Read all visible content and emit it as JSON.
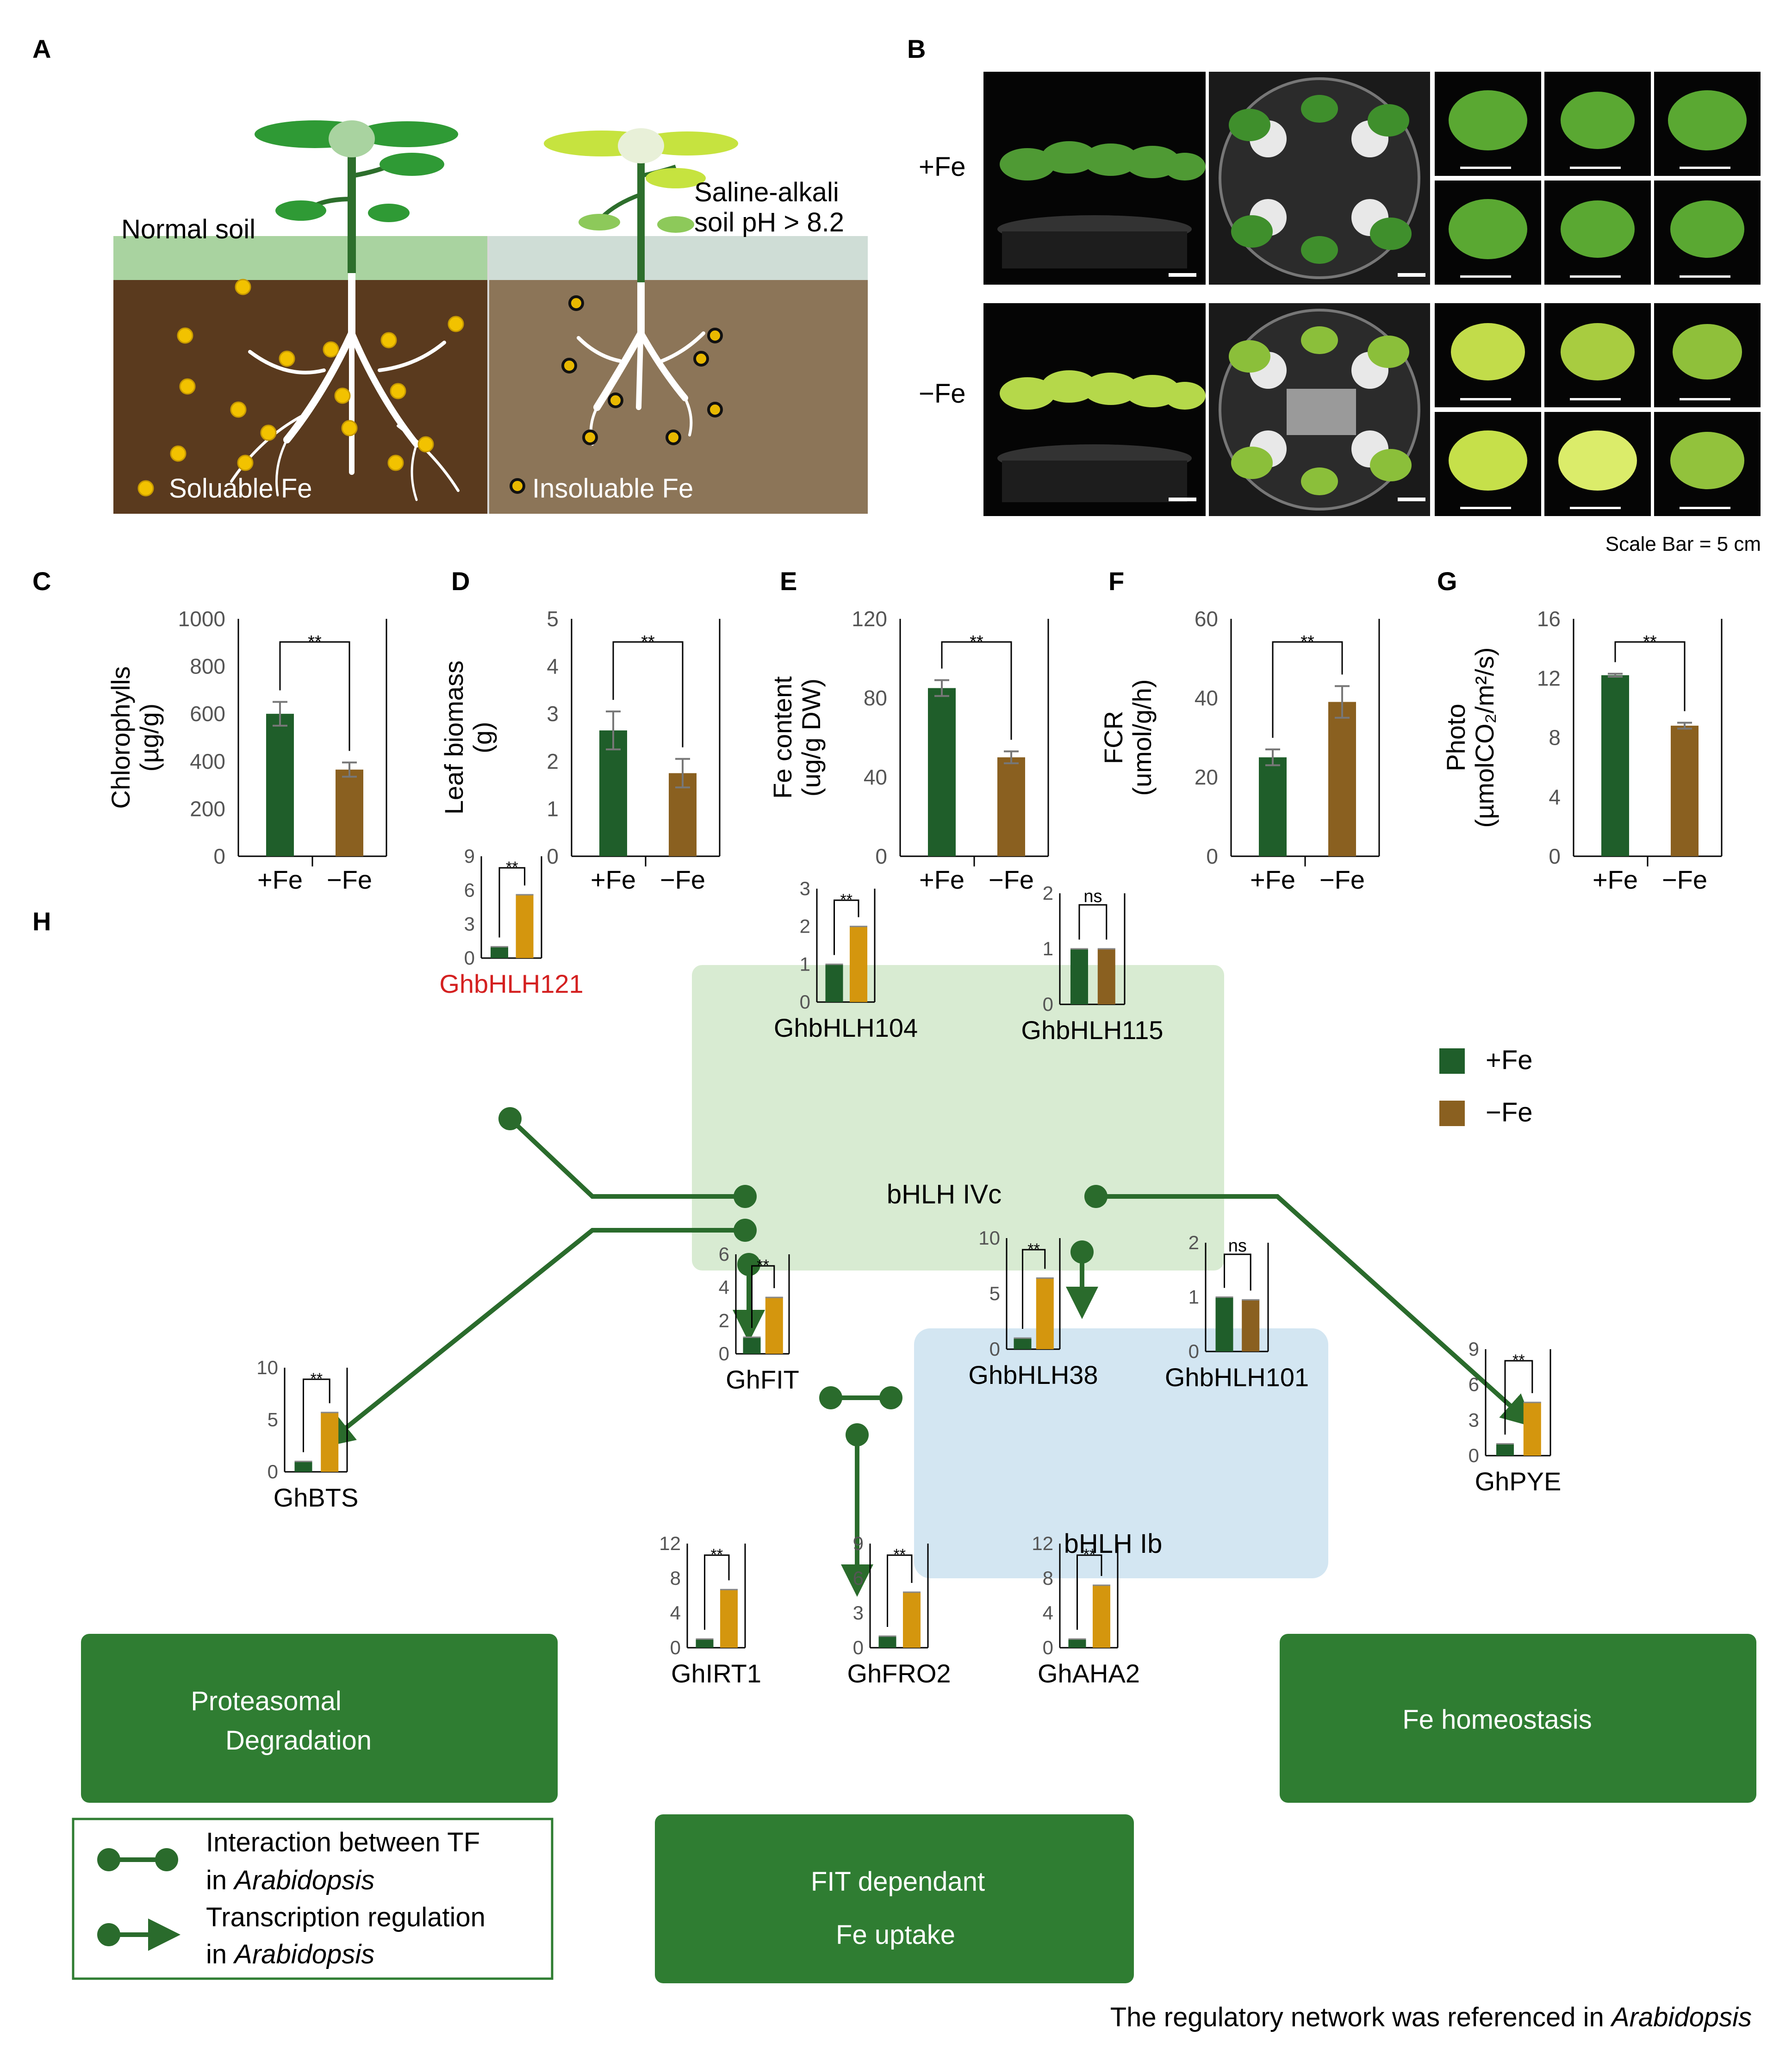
{
  "panel_labels": {
    "a": "A",
    "b": "B",
    "c": "C",
    "d": "D",
    "e": "E",
    "f": "F",
    "g": "G",
    "h": "H"
  },
  "panel_a": {
    "normal_soil": "Normal soil",
    "saline_line1": "Saline-alkali",
    "saline_line2": "soil pH > 8.2",
    "soluble_fe": "Soluable Fe",
    "insoluble_fe": "Insoluable Fe",
    "colors": {
      "normal_soil": "#5a3a1e",
      "saline_soil": "#8c7558",
      "soluble_dot": "#f2c200",
      "insoluble_dot": "#e8b800"
    }
  },
  "panel_b": {
    "plus_fe": "+Fe",
    "minus_fe": "−Fe",
    "scale_bar": "Scale Bar = 5 cm",
    "leaf_colors": {
      "plus_fe": "#5aa832",
      "minus_fe": "#b5d84a"
    }
  },
  "colors": {
    "plus_fe": "#1f5e2a",
    "minus_fe": "#8a6020",
    "minus_fe_small": "#d4960e",
    "accent": "#2a7a2e",
    "ivc_box": "#d8ebd2",
    "ib_box": "#d3e6f2",
    "function_box": "#2f7d32",
    "gene_red": "#d42020"
  },
  "chart_data": [
    {
      "type": "bar",
      "panel": "C",
      "categories": [
        "+Fe",
        "−Fe"
      ],
      "values": [
        600,
        365
      ],
      "errors": [
        50,
        30
      ],
      "ylabel_line1": "Chlorophylls",
      "ylabel_line2": "(µg/g)",
      "ylim": [
        0,
        1000
      ],
      "yticks": [
        0,
        200,
        400,
        600,
        800,
        1000
      ],
      "significance": "**"
    },
    {
      "type": "bar",
      "panel": "D",
      "categories": [
        "+Fe",
        "−Fe"
      ],
      "values": [
        2.65,
        1.75
      ],
      "errors": [
        0.4,
        0.3
      ],
      "ylabel_line1": "Leaf biomass",
      "ylabel_line2": "(g)",
      "ylim": [
        0,
        5
      ],
      "yticks": [
        0,
        1,
        2,
        3,
        4,
        5
      ],
      "significance": "**"
    },
    {
      "type": "bar",
      "panel": "E",
      "categories": [
        "+Fe",
        "−Fe"
      ],
      "values": [
        85,
        50
      ],
      "errors": [
        4,
        3
      ],
      "ylabel_line1": "Fe content",
      "ylabel_line2": "(ug/g DW)",
      "ylim": [
        0,
        120
      ],
      "yticks": [
        0,
        40,
        80,
        120
      ],
      "significance": "**"
    },
    {
      "type": "bar",
      "panel": "F",
      "categories": [
        "+Fe",
        "−Fe"
      ],
      "values": [
        25,
        39
      ],
      "errors": [
        2,
        4
      ],
      "ylabel_line1": "FCR",
      "ylabel_line2": "(umol/g/h)",
      "ylim": [
        0,
        60
      ],
      "yticks": [
        0,
        20,
        40,
        60
      ],
      "significance": "**"
    },
    {
      "type": "bar",
      "panel": "G",
      "categories": [
        "+Fe",
        "−Fe"
      ],
      "values": [
        12.2,
        8.8
      ],
      "errors": [
        0.1,
        0.2
      ],
      "ylabel_line1": "Photo",
      "ylabel_line2": "(µmolCO₂/m²/s)",
      "ylim": [
        0,
        16
      ],
      "yticks": [
        0,
        4,
        8,
        12,
        16
      ],
      "significance": "**"
    }
  ],
  "panel_h": {
    "legend_plus": "+Fe",
    "legend_minus": "−Fe",
    "group_ivc": "bHLH IVc",
    "group_ib": "bHLH Ib",
    "genes": [
      {
        "label": "GhbHLH121",
        "values": [
          1,
          5.6
        ],
        "ylim": [
          0,
          9
        ],
        "yticks": [
          0,
          3,
          6,
          9
        ],
        "sig": "**",
        "red": true
      },
      {
        "label": "GhbHLH104",
        "values": [
          1,
          2.0
        ],
        "ylim": [
          0,
          3
        ],
        "yticks": [
          0,
          1,
          2,
          3
        ],
        "sig": "**"
      },
      {
        "label": "GhbHLH115",
        "values": [
          1,
          1.0
        ],
        "ylim": [
          0,
          2
        ],
        "yticks": [
          0,
          1,
          2
        ],
        "sig": "ns"
      },
      {
        "label": "GhFIT",
        "values": [
          1,
          3.4
        ],
        "ylim": [
          0,
          6
        ],
        "yticks": [
          0,
          2,
          4,
          6
        ],
        "sig": "**"
      },
      {
        "label": "GhbHLH38",
        "values": [
          1,
          6.4
        ],
        "ylim": [
          0,
          10
        ],
        "yticks": [
          0,
          5,
          10
        ],
        "sig": "**"
      },
      {
        "label": "GhbHLH101",
        "values": [
          1,
          0.95
        ],
        "ylim": [
          0,
          2
        ],
        "yticks": [
          0,
          1,
          2
        ],
        "sig": "ns"
      },
      {
        "label": "GhBTS",
        "values": [
          1,
          5.7
        ],
        "ylim": [
          0,
          10
        ],
        "yticks": [
          0,
          5,
          10
        ],
        "sig": "**"
      },
      {
        "label": "GhPYE",
        "values": [
          1,
          4.5
        ],
        "ylim": [
          0,
          9
        ],
        "yticks": [
          0,
          3,
          6,
          9
        ],
        "sig": "**"
      },
      {
        "label": "GhIRT1",
        "values": [
          1,
          6.7
        ],
        "ylim": [
          0,
          12
        ],
        "yticks": [
          0,
          4,
          8,
          12
        ],
        "sig": "**"
      },
      {
        "label": "GhFRO2",
        "values": [
          1,
          4.8
        ],
        "ylim": [
          0,
          9
        ],
        "yticks": [
          0,
          3,
          6,
          9
        ],
        "sig": "**"
      },
      {
        "label": "GhAHA2",
        "values": [
          1,
          7.2
        ],
        "ylim": [
          0,
          12
        ],
        "yticks": [
          0,
          4,
          8,
          12
        ],
        "sig": "**"
      }
    ],
    "box_proteasomal_line1": "Proteasomal",
    "box_proteasomal_line2": "Degradation",
    "box_fit_line1": "FIT dependant",
    "box_fit_line2": "Fe uptake",
    "box_homeostasis": "Fe homeostasis",
    "key_interaction_line1": "Interaction between TF",
    "key_interaction_line2": "in ",
    "key_transcription_line1": "Transcription regulation",
    "key_transcription_line2": "in ",
    "species": "Arabidopsis",
    "footnote": "The regulatory network was referenced in "
  }
}
